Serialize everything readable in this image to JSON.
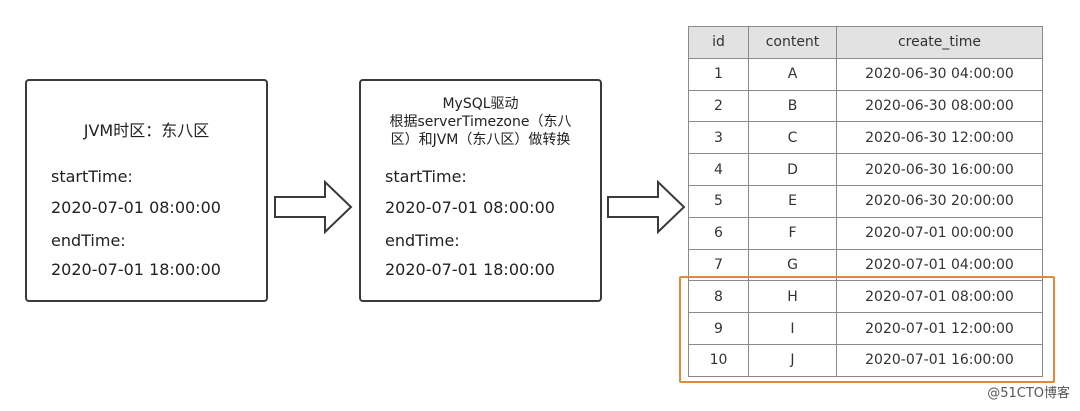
{
  "box1": {
    "title": "JVM时区：东八区",
    "start_label": "startTime:",
    "start_value": "2020-07-01 08:00:00",
    "end_label": "endTime:",
    "end_value": "2020-07-01 18:00:00"
  },
  "box2": {
    "title_lines": [
      "MySQL驱动",
      "根据serverTimezone（东八",
      "区）和JVM（东八区）做转换"
    ],
    "start_label": "startTime:",
    "start_value": "2020-07-01 08:00:00",
    "end_label": "endTime:",
    "end_value": "2020-07-01 18:00:00"
  },
  "table": {
    "headers": [
      "id",
      "content",
      "create_time"
    ],
    "rows": [
      [
        "1",
        "A",
        "2020-06-30 04:00:00"
      ],
      [
        "2",
        "B",
        "2020-06-30 08:00:00"
      ],
      [
        "3",
        "C",
        "2020-06-30 12:00:00"
      ],
      [
        "4",
        "D",
        "2020-06-30 16:00:00"
      ],
      [
        "5",
        "E",
        "2020-06-30 20:00:00"
      ],
      [
        "6",
        "F",
        "2020-07-01 00:00:00"
      ],
      [
        "7",
        "G",
        "2020-07-01 04:00:00"
      ],
      [
        "8",
        "H",
        "2020-07-01 08:00:00"
      ],
      [
        "9",
        "I",
        "2020-07-01 12:00:00"
      ],
      [
        "10",
        "J",
        "2020-07-01 16:00:00"
      ]
    ],
    "highlight_color": "#e08a3a"
  },
  "watermark": "@51CTO博客",
  "colors": {
    "border": "#3a3a3a",
    "header_bg": "#e2e2e2",
    "highlight": "#e08a3a"
  }
}
